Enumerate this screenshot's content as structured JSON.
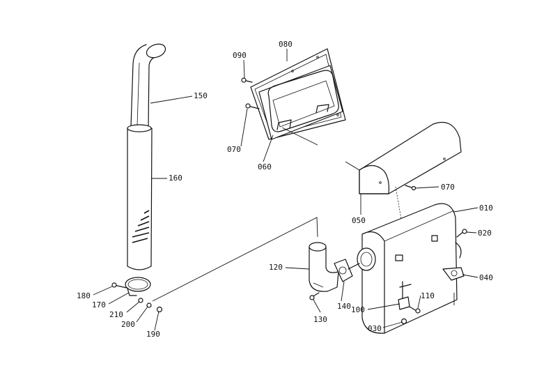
{
  "callouts": {
    "c010": "010",
    "c020": "020",
    "c030": "030",
    "c040": "040",
    "c050": "050",
    "c060": "060",
    "c070a": "070",
    "c070b": "070",
    "c080": "080",
    "c090": "090",
    "c100": "100",
    "c110": "110",
    "c120": "120",
    "c130": "130",
    "c140": "140",
    "c150": "150",
    "c160": "160",
    "c170": "170",
    "c180": "180",
    "c190": "190",
    "c200": "200",
    "c210": "210"
  }
}
